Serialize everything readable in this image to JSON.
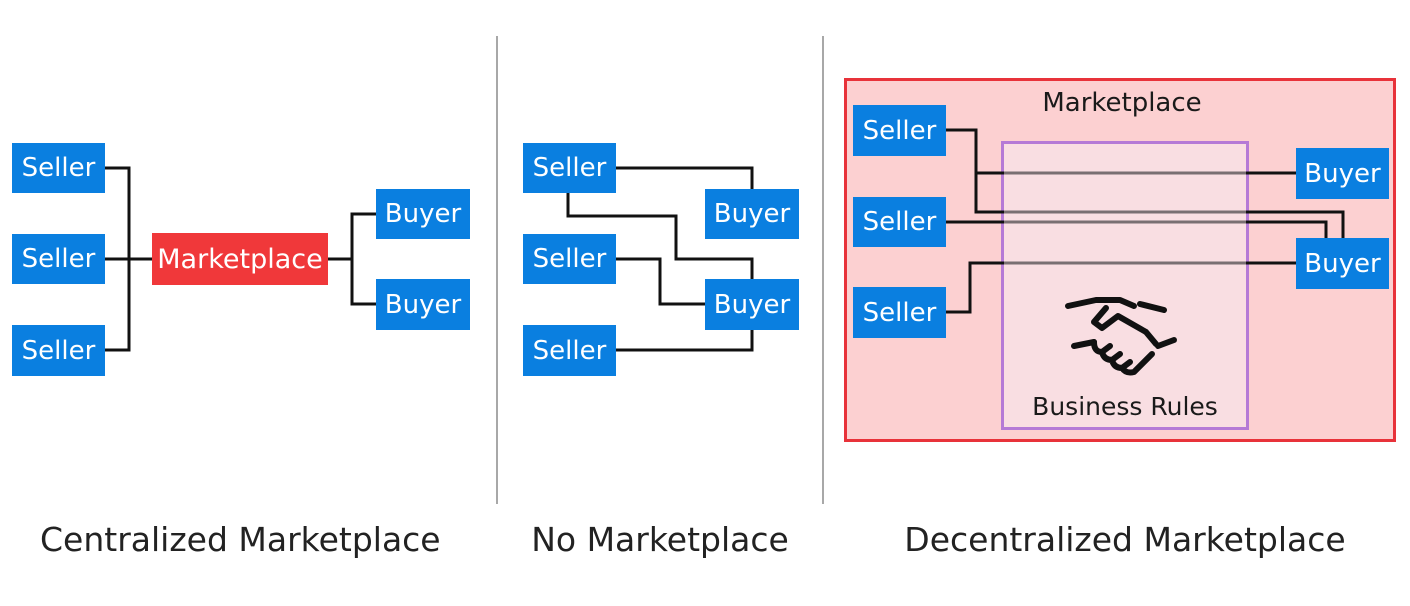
{
  "captions": {
    "centralized": "Centralized Marketplace",
    "none": "No Marketplace",
    "decentralized": "Decentralized Marketplace"
  },
  "centralized": {
    "sellers": [
      "Seller",
      "Seller",
      "Seller"
    ],
    "hub": "Marketplace",
    "buyers": [
      "Buyer",
      "Buyer"
    ]
  },
  "no_marketplace": {
    "sellers": [
      "Seller",
      "Seller",
      "Seller"
    ],
    "buyers": [
      "Buyer",
      "Buyer"
    ]
  },
  "decentralized": {
    "region_title": "Marketplace",
    "sellers": [
      "Seller",
      "Seller",
      "Seller"
    ],
    "buyers": [
      "Buyer",
      "Buyer"
    ],
    "rules_label": "Business Rules",
    "rules_icon": "handshake-icon"
  },
  "colors": {
    "node_blue": "#0a7fe0",
    "hub_red": "#f0383a",
    "region_fill": "#fcd0d1",
    "region_border": "#e8323a",
    "rules_border": "#b57ad6"
  }
}
